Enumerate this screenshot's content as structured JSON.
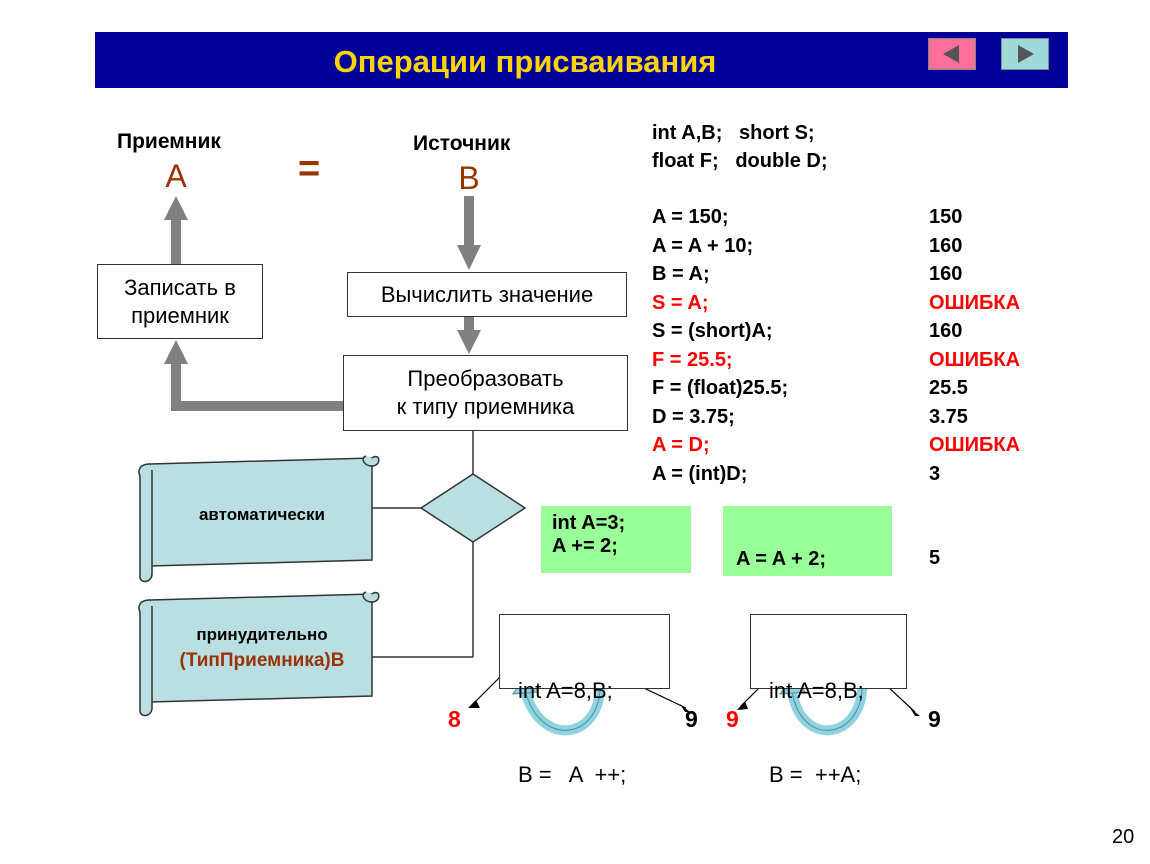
{
  "title": "Операции присваивания",
  "nav": {
    "prev": "prev-arrow",
    "next": "next-arrow"
  },
  "diagram": {
    "receiver_label": "Приемник",
    "receiver_var": "A",
    "equals": "=",
    "source_label": "Источник",
    "source_var": "B",
    "write_box": [
      "Записать в",
      "приемник"
    ],
    "compute_box": "Вычислить значение",
    "convert_box": [
      "Преобразовать",
      "к типу приемника"
    ],
    "auto_scroll": "автоматически",
    "forced_scroll": [
      "принудительно",
      "(ТипПриемника)B"
    ]
  },
  "declarations": [
    "int A,B;   short S;",
    "float F;   double D;"
  ],
  "assignments": [
    {
      "code": "A = 150;",
      "result": "150",
      "error": false
    },
    {
      "code": "A = A + 10;",
      "result": "160",
      "error": false
    },
    {
      "code": "B = A;",
      "result": "160",
      "error": false
    },
    {
      "code": "S = A;",
      "result": "ОШИБКА",
      "error": true
    },
    {
      "code": "S = (short)A;",
      "result": "160",
      "error": false
    },
    {
      "code": "F = 25.5;",
      "result": "ОШИБКА",
      "error": true
    },
    {
      "code": "F = (float)25.5;",
      "result": "25.5",
      "error": false
    },
    {
      "code": "D = 3.75;",
      "result": "3.75",
      "error": false
    },
    {
      "code": "A = D;",
      "result": "ОШИБКА",
      "error": true
    },
    {
      "code": "A = (int)D;",
      "result": "3",
      "error": false
    }
  ],
  "compound": {
    "box1": [
      "int A=3;",
      "A += 2;"
    ],
    "box2": "A = A + 2;",
    "result": "5"
  },
  "postfix": {
    "lines": [
      "int A=8,B;",
      "B =   A  ++;"
    ],
    "left_value": "8",
    "right_value": "9"
  },
  "prefix": {
    "lines": [
      "int A=8,B;",
      "B =  ++A;"
    ],
    "left_value": "9",
    "right_value": "9"
  },
  "page_number": "20",
  "colors": {
    "title_bg": "#000099",
    "title_text": "#ffd400",
    "accent_var": "#993300",
    "error": "#ff0000",
    "green": "#99ff99",
    "scroll": "#b9dfe3"
  }
}
